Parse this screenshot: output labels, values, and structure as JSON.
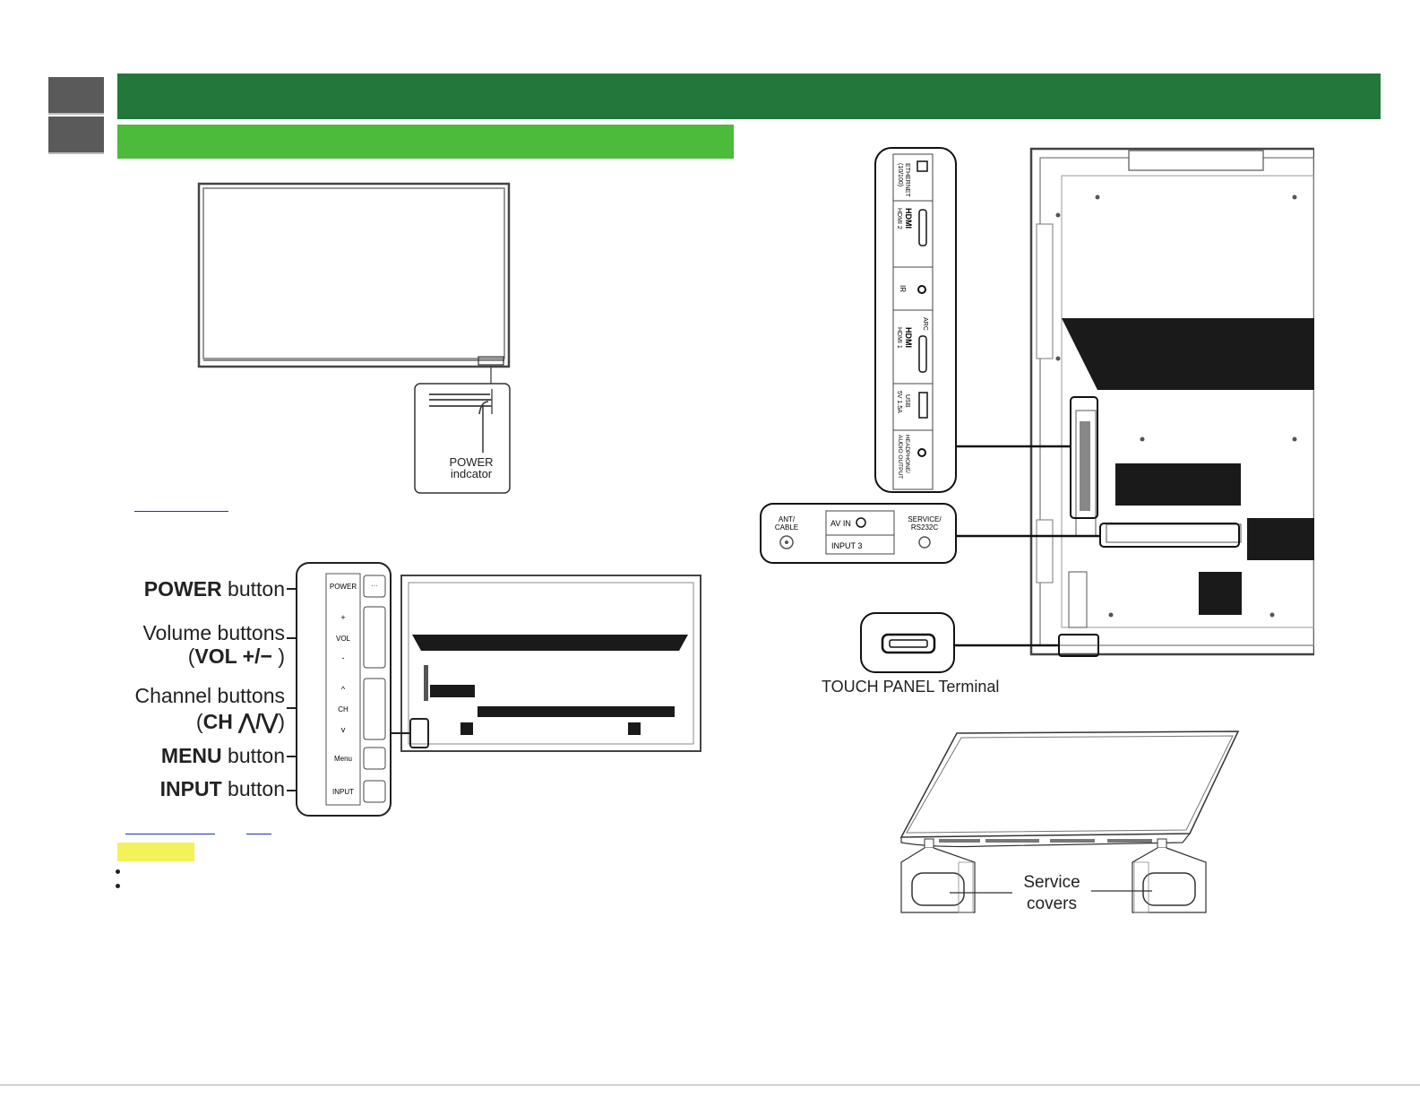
{
  "diagram_front": {
    "power_indicator_label_line1": "POWER",
    "power_indicator_label_line2": "indcator"
  },
  "diagram_controls": {
    "power_button_bold": "POWER",
    "power_button_rest": " button",
    "volume_line1": "Volume buttons",
    "volume_line2_open": "(",
    "volume_line2_bold": "VOL +/−",
    "volume_line2_close": " )",
    "channel_line1": "Channel buttons",
    "channel_line2_open": "(",
    "channel_line2_bold": "CH ⋀/⋁",
    "channel_line2_close": ")",
    "menu_button_bold": "MENU",
    "menu_button_rest": " button",
    "input_button_bold": "INPUT",
    "input_button_rest": " button",
    "panel_power": "POWER",
    "panel_plus": "+",
    "panel_vol": "VOL",
    "panel_minus": "-",
    "panel_ch_up": "^",
    "panel_ch": "CH",
    "panel_ch_down": "v",
    "panel_menu": "Menu",
    "panel_input": "INPUT"
  },
  "diagram_terminals": {
    "ethernet": "ETHERNET",
    "ethernet_sub": "(10/100)",
    "hdmi2": "HDMI 2",
    "hdmi_logo": "HDMI",
    "ir": "IR",
    "arc": "ARC",
    "hdmi1": "HDMI 1",
    "usb": "USB",
    "usb_sub": "5V  1.5A",
    "headphone": "HEADPHONE/",
    "audio_output": "AUDIO OUTPUT",
    "ant_cable_1": "ANT/",
    "ant_cable_2": "CABLE",
    "av_in": "AV IN",
    "input3": "INPUT 3",
    "service_1": "SERVICE/",
    "service_2": "RS232C",
    "touch_panel": "TOUCH PANEL Terminal"
  },
  "diagram_service": {
    "service_covers_line1": "Service",
    "service_covers_line2": "covers"
  }
}
